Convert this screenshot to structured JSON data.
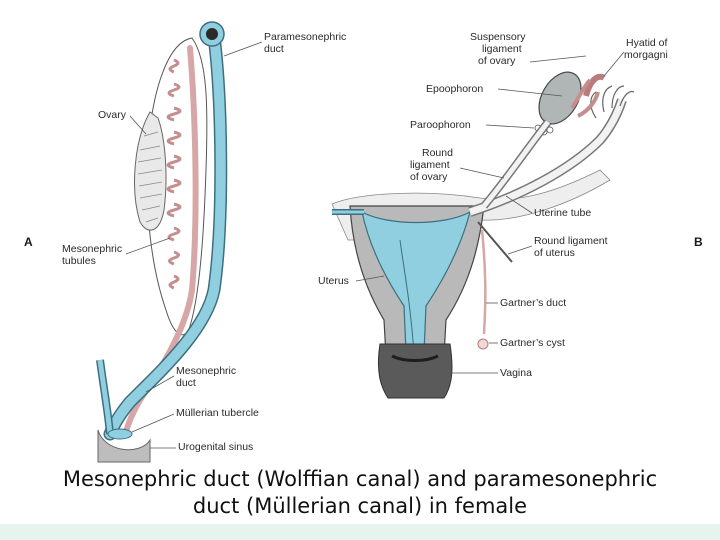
{
  "figure": {
    "panel_a": "A",
    "panel_b": "B",
    "labels_a": {
      "paramesonephric_duct_line1": "Paramesonephric",
      "paramesonephric_duct_line2": "duct",
      "ovary": "Ovary",
      "mesonephric_tubules_line1": "Mesonephric",
      "mesonephric_tubules_line2": "tubules",
      "mesonephric_duct_line1": "Mesonephric",
      "mesonephric_duct_line2": "duct",
      "mullerian_tubercle": "Müllerian tubercle",
      "urogenital_sinus": "Urogenital sinus"
    },
    "labels_b": {
      "suspensory_line1": "Suspensory",
      "suspensory_line2": "ligament",
      "suspensory_line3": "of ovary",
      "hyatid_line1": "Hyatid of",
      "hyatid_line2": "morgagni",
      "epoophoron": "Epoophoron",
      "paroophoron": "Paroophoron",
      "round_lig_ovary_line1": "Round",
      "round_lig_ovary_line2": "ligament",
      "round_lig_ovary_line3": "of ovary",
      "uterine_tube": "Uterine tube",
      "round_lig_uterus_line1": "Round ligament",
      "round_lig_uterus_line2": "of uterus",
      "uterus": "Uterus",
      "gartners_duct": "Gartner’s duct",
      "gartners_cyst": "Gartner’s cyst",
      "vagina": "Vagina"
    },
    "colors": {
      "duct_blue": "#8fcfe0",
      "duct_outline": "#3d6f80",
      "mesonephric_pink": "#d7a6a6",
      "tissue_grey": "#9a9a9a",
      "label_text": "#2a2a2a",
      "footer_band": "#e6f4ee"
    }
  },
  "caption": {
    "line1": "Mesonephric duct (Wolffian canal) and paramesonephric",
    "line2": "duct (Müllerian canal) in female"
  }
}
